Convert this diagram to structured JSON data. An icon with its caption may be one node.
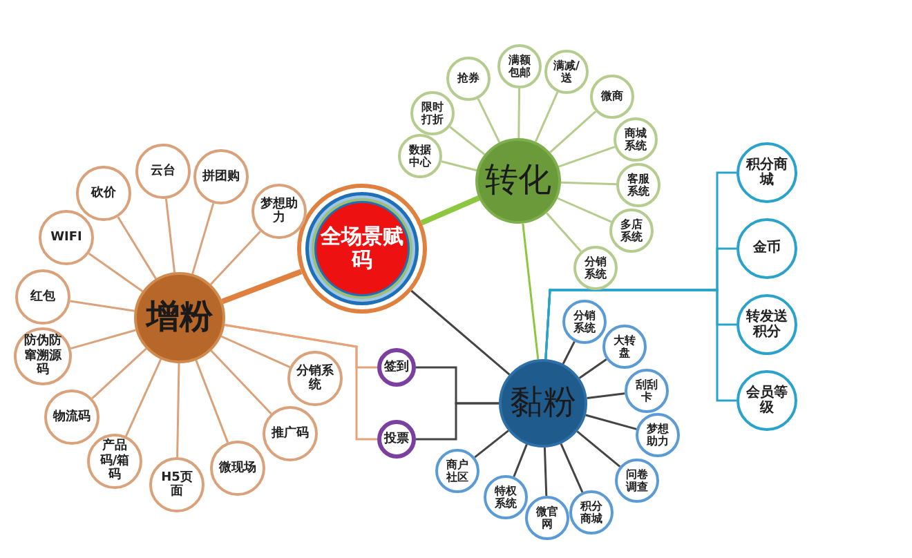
{
  "diagram": {
    "nodes": [
      {
        "text": [
          "全场景赋码"
        ]
      },
      {
        "text": [
          "增粉"
        ]
      },
      {
        "text": [
          "砍价"
        ]
      },
      {
        "text": [
          "云台"
        ]
      },
      {
        "text": [
          "拼团购"
        ]
      },
      {
        "text": [
          "梦想助力"
        ]
      },
      {
        "text": [
          "WIFI"
        ]
      },
      {
        "text": [
          "红包"
        ]
      },
      {
        "text": [
          "防伪防窜溯源码"
        ]
      },
      {
        "text": [
          "物流码"
        ]
      },
      {
        "text": [
          "产品码/箱码"
        ]
      },
      {
        "text": [
          "H5页面"
        ]
      },
      {
        "text": [
          "微现场"
        ]
      },
      {
        "text": [
          "推广码"
        ]
      },
      {
        "text": [
          "分销系统"
        ]
      },
      {
        "text": [
          "转化"
        ]
      },
      {
        "text": [
          "数据中心"
        ]
      },
      {
        "text": [
          "限时打折"
        ]
      },
      {
        "text": [
          "抢券"
        ]
      },
      {
        "text": [
          "满额包邮"
        ]
      },
      {
        "text": [
          "满减/送"
        ]
      },
      {
        "text": [
          "微商"
        ]
      },
      {
        "text": [
          "商城系统"
        ]
      },
      {
        "text": [
          "客服系统"
        ]
      },
      {
        "text": [
          "多店系统"
        ]
      },
      {
        "text": [
          "分销系统"
        ]
      },
      {
        "text": [
          "签到"
        ]
      },
      {
        "text": [
          "投票"
        ]
      },
      {
        "text": [
          "黏粉"
        ]
      },
      {
        "text": [
          "分销系统"
        ]
      },
      {
        "text": [
          "大转盘"
        ]
      },
      {
        "text": [
          "刮刮卡"
        ]
      },
      {
        "text": [
          "梦想助力"
        ]
      },
      {
        "text": [
          "问卷调查"
        ]
      },
      {
        "text": [
          "积分商城"
        ]
      },
      {
        "text": [
          "微官网"
        ]
      },
      {
        "text": [
          "特权系统"
        ]
      },
      {
        "text": [
          "商户社区"
        ]
      },
      {
        "text": [
          "积分商城"
        ]
      },
      {
        "text": [
          "金币"
        ]
      },
      {
        "text": [
          "转发送积分"
        ]
      },
      {
        "text": [
          "会员等级"
        ]
      }
    ],
    "edges": [
      {
        "from": 0,
        "to": 1,
        "arrow": "none",
        "style": "thick",
        "color": "#e0803f"
      },
      {
        "from": 0,
        "to": 15,
        "arrow": "none",
        "style": "thick",
        "color": "#8dc63f"
      },
      {
        "from": 0,
        "to": 28,
        "arrow": "none",
        "color": "#444444"
      },
      {
        "from": 1,
        "to": 2,
        "arrow": "none"
      },
      {
        "from": 1,
        "to": 3,
        "arrow": "none"
      },
      {
        "from": 1,
        "to": 4,
        "arrow": "none"
      },
      {
        "from": 1,
        "to": 5,
        "arrow": "none"
      },
      {
        "from": 1,
        "to": 6,
        "arrow": "none"
      },
      {
        "from": 1,
        "to": 7,
        "arrow": "none"
      },
      {
        "from": 1,
        "to": 8,
        "arrow": "none"
      },
      {
        "from": 1,
        "to": 9,
        "arrow": "none"
      },
      {
        "from": 1,
        "to": 10,
        "arrow": "none"
      },
      {
        "from": 1,
        "to": 11,
        "arrow": "none"
      },
      {
        "from": 1,
        "to": 12,
        "arrow": "none"
      },
      {
        "from": 1,
        "to": 13,
        "arrow": "none"
      },
      {
        "from": 1,
        "to": 14,
        "arrow": "none"
      },
      {
        "from": 15,
        "to": 16,
        "arrow": "none",
        "color": "#b5cc8e"
      },
      {
        "from": 15,
        "to": 17,
        "arrow": "none",
        "color": "#b5cc8e"
      },
      {
        "from": 15,
        "to": 18,
        "arrow": "none",
        "color": "#b5cc8e"
      },
      {
        "from": 15,
        "to": 19,
        "arrow": "none",
        "color": "#b5cc8e"
      },
      {
        "from": 15,
        "to": 20,
        "arrow": "none",
        "color": "#b5cc8e"
      },
      {
        "from": 15,
        "to": 21,
        "arrow": "none",
        "color": "#b5cc8e"
      },
      {
        "from": 15,
        "to": 22,
        "arrow": "none",
        "color": "#b5cc8e"
      },
      {
        "from": 15,
        "to": 23,
        "arrow": "none",
        "color": "#b5cc8e"
      },
      {
        "from": 15,
        "to": 24,
        "arrow": "none",
        "color": "#b5cc8e"
      },
      {
        "from": 15,
        "to": 25,
        "arrow": "none",
        "color": "#b5cc8e"
      },
      {
        "from": 15,
        "to": 28,
        "arrow": "none",
        "color": "#8dc63f"
      },
      {
        "from": 28,
        "to": 29,
        "arrow": "none",
        "color": "#444444"
      },
      {
        "from": 28,
        "to": 30,
        "arrow": "none",
        "color": "#444444"
      },
      {
        "from": 28,
        "to": 31,
        "arrow": "none",
        "color": "#444444"
      },
      {
        "from": 28,
        "to": 32,
        "arrow": "none",
        "color": "#444444"
      },
      {
        "from": 28,
        "to": 33,
        "arrow": "none",
        "color": "#444444"
      },
      {
        "from": 28,
        "to": 34,
        "arrow": "none",
        "color": "#444444"
      },
      {
        "from": 28,
        "to": 35,
        "arrow": "none",
        "color": "#444444"
      },
      {
        "from": 28,
        "to": 36,
        "arrow": "none",
        "color": "#444444"
      },
      {
        "from": 28,
        "to": 37,
        "arrow": "none",
        "color": "#444444"
      },
      {
        "from": 1,
        "to": 26,
        "arrow": "none",
        "color": "#e8a27a"
      },
      {
        "from": 1,
        "to": 27,
        "arrow": "none",
        "color": "#e8a27a"
      },
      {
        "from": 26,
        "to": 28,
        "arrow": "none",
        "color": "#444444"
      },
      {
        "from": 27,
        "to": 28,
        "arrow": "none",
        "color": "#444444"
      },
      {
        "from": 28,
        "to": 38,
        "arrow": "none",
        "color": "#29a3c9"
      },
      {
        "from": 28,
        "to": 39,
        "arrow": "none",
        "color": "#29a3c9"
      },
      {
        "from": 28,
        "to": 40,
        "arrow": "none",
        "color": "#29a3c9"
      },
      {
        "from": 28,
        "to": 41,
        "arrow": "none",
        "color": "#29a3c9"
      }
    ]
  }
}
